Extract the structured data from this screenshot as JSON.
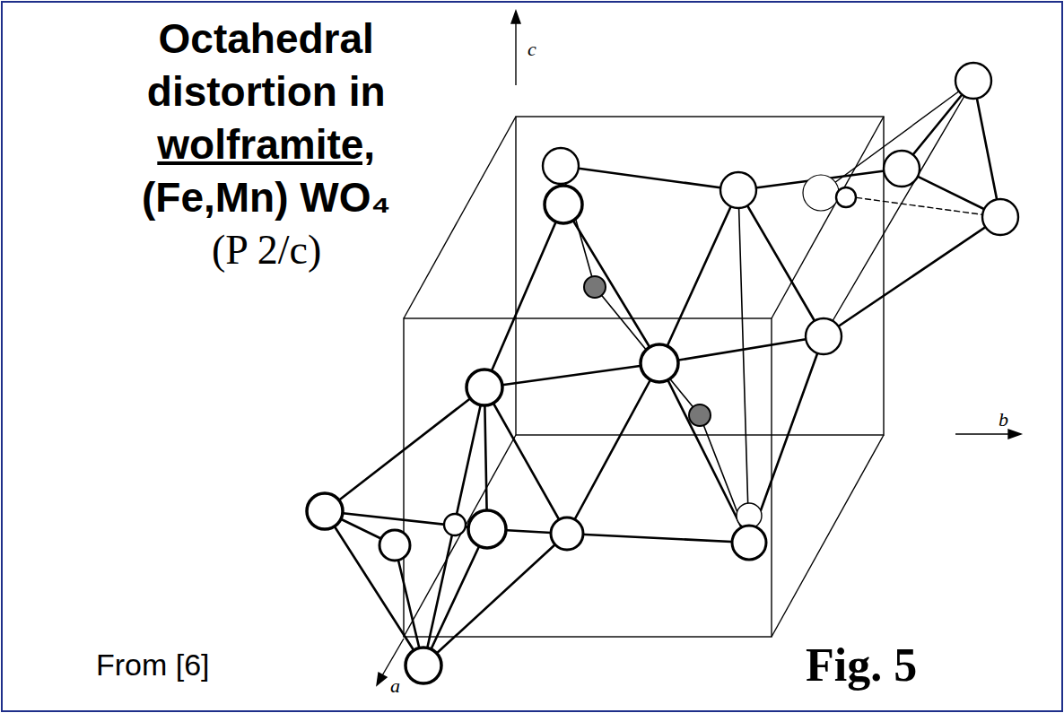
{
  "diagram": {
    "title": "Octahedral distortion in wolframite, (Fe,Mn) WO₄",
    "labels": [
      "(P 2/c)",
      "From [6]",
      "Fig. 5",
      "c",
      "b",
      "a"
    ]
  }
}
